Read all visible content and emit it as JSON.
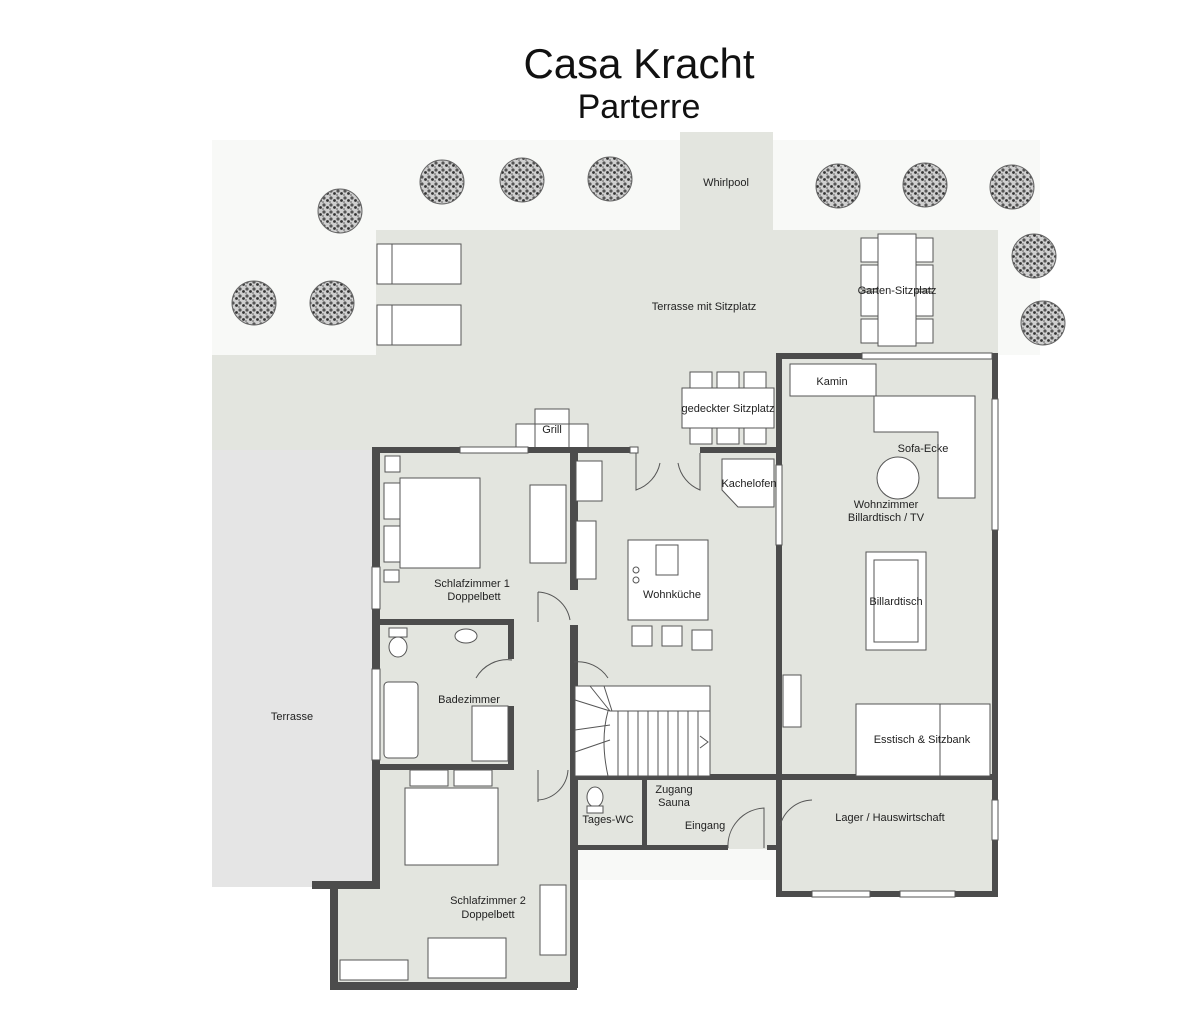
{
  "title": "Casa Kracht",
  "subtitle": "Parterre",
  "labels": {
    "whirlpool": "Whirlpool",
    "terrasse_sitzplatz": "Terrasse mit Sitzplatz",
    "garten_sitzplatz": "Garten-Sitzplatz",
    "kamin": "Kamin",
    "gedeckter_sitzplatz": "gedeckter Sitzplatz",
    "grill": "Grill",
    "sofa_ecke": "Sofa-Ecke",
    "kachelofen": "Kachelofen",
    "wohnzimmer_1": "Wohnzimmer",
    "wohnzimmer_2": "Billardtisch / TV",
    "schlafzimmer1_1": "Schlafzimmer 1",
    "schlafzimmer1_2": "Doppelbett",
    "wohnkueche": "Wohnküche",
    "billardtisch": "Billardtisch",
    "badezimmer": "Badezimmer",
    "terrasse": "Terrasse",
    "esstisch": "Esstisch & Sitzbank",
    "zugang_1": "Zugang",
    "zugang_2": "Sauna",
    "tages_wc": "Tages-WC",
    "eingang": "Eingang",
    "lager": "Lager / Hauswirtschaft",
    "schlafzimmer2_1": "Schlafzimmer 2",
    "schlafzimmer2_2": "Doppelbett"
  }
}
